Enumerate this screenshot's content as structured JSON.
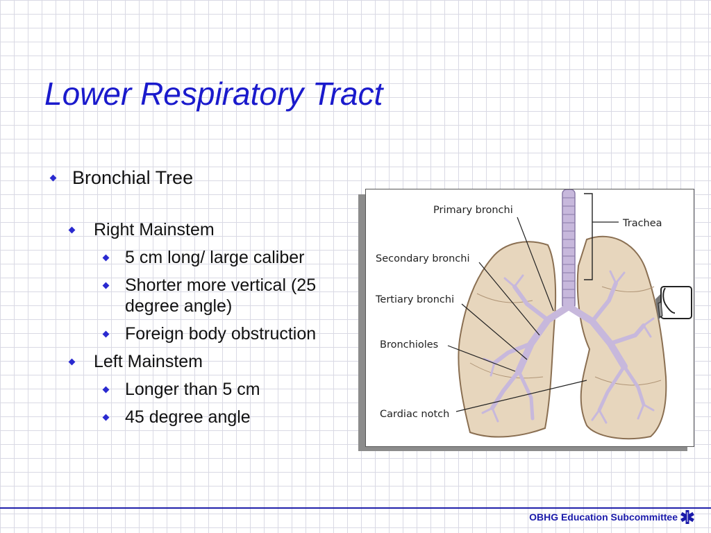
{
  "slide": {
    "title": "Lower Respiratory Tract",
    "bullets": {
      "bronchial_tree": "Bronchial Tree",
      "right_mainstem": "Right Mainstem",
      "rm_1": "5 cm long/ large caliber",
      "rm_2a": "Shorter more vertical (25",
      "rm_2b": "degree angle)",
      "rm_3": "Foreign body obstruction",
      "left_mainstem": "Left Mainstem",
      "lm_1": "Longer than 5 cm",
      "lm_2": "45 degree angle"
    },
    "figure_labels": {
      "primary_bronchi": "Primary bronchi",
      "trachea": "Trachea",
      "secondary_bronchi": "Secondary bronchi",
      "tertiary_bronchi": "Tertiary bronchi",
      "bronchioles": "Bronchioles",
      "cardiac_notch": "Cardiac notch"
    },
    "footer": "OBHG Education Subcommittee"
  },
  "colors": {
    "title": "#1a1acc",
    "bullet_marker": "#2a2ad0",
    "footer": "#1a1aaa",
    "lung_fill": "#e7d6bd",
    "airway_fill": "#c7b8dc"
  },
  "icons": {
    "bullet": "diamond-bullet-icon",
    "footer": "star-of-life-icon",
    "side": "notebook-icon"
  }
}
